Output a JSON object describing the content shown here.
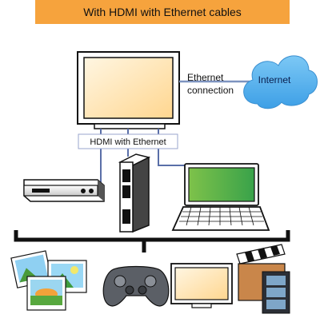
{
  "header": {
    "title": "With HDMI with Ethernet cables"
  },
  "labels": {
    "ethernet_line1": "Ethernet",
    "ethernet_line2": "connection",
    "internet": "Internet",
    "hdmi_ethernet": "HDMI with Ethernet"
  },
  "colors": {
    "banner": "#f6a33d",
    "cable": "#5a6fa8",
    "ethernet_cable": "#7d93c0",
    "cloud": "#63b8ef",
    "screen": "#ffe2a8"
  },
  "icons": {
    "tv": "tv-icon",
    "cloud": "internet-cloud-icon",
    "player": "media-player-icon",
    "console": "game-console-icon",
    "laptop": "laptop-icon",
    "photos": "photos-icon",
    "gamepad": "gamepad-icon",
    "monitor": "monitor-icon",
    "video": "video-icon"
  }
}
